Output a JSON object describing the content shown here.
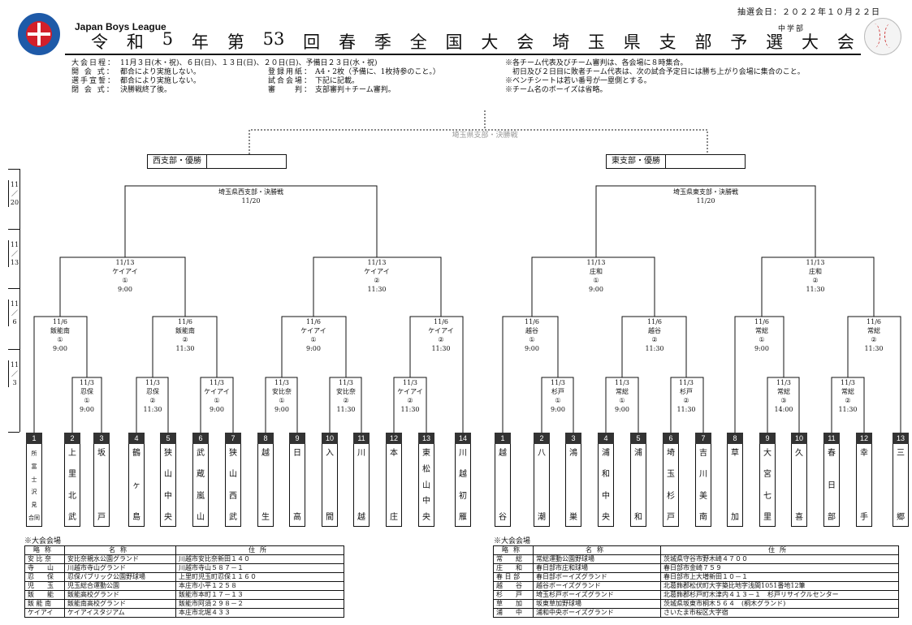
{
  "header": {
    "league": "Japan Boys League",
    "draw_date": "抽選会日：２０２２年１０月２２日",
    "grade": "中学部",
    "title_chars": [
      "令",
      "和",
      "5",
      "年",
      "第",
      "53",
      "回",
      "春",
      "季",
      "全",
      "国",
      "大",
      "会",
      "埼",
      "玉",
      "県",
      "支",
      "部",
      "予",
      "選",
      "大",
      "会"
    ]
  },
  "info_left": [
    {
      "label": "大会日程：",
      "value": "11月３日(木・祝)、６日(日)、１３日(日)、２０日(日)、予備日２３日(水・祝)"
    },
    {
      "label": "開 会 式：",
      "value": "都合により実施しない。"
    },
    {
      "label": "選手宣誓：",
      "value": "都合により実施しない。"
    },
    {
      "label": "閉 会 式：",
      "value": "決勝戦終了後。"
    }
  ],
  "info_mid": [
    {
      "label": "登録用紙：",
      "value": "A4・2枚（予備に、1枚持参のこと。）"
    },
    {
      "label": "試合会場：",
      "value": "下記に記載。"
    },
    {
      "label": "審　　判：",
      "value": "支部審判＋チーム審判。"
    }
  ],
  "info_right": [
    "※各チーム代表及びチーム審判は、各会場に８時集合。",
    "　初日及び２日目に敗者チーム代表は、次の試合予定日には勝ち上がり会場に集合のこと。",
    "※ベンチシートは若い番号が一塁側とする。",
    "※チーム名のボーイズは省略。"
  ],
  "final": {
    "label": "埼玉県支部・決勝戦"
  },
  "west_box": "西支部・優勝",
  "east_box": "東支部・優勝",
  "west_final": {
    "title": "埼玉県西支部・決勝戦",
    "date": "11/20"
  },
  "east_final": {
    "title": "埼玉県東支部・決勝戦",
    "date": "11/20"
  },
  "round_dates": [
    {
      "top": "11",
      "mid": "／",
      "bot": "20"
    },
    {
      "top": "11",
      "mid": "／",
      "bot": "13"
    },
    {
      "top": "11",
      "mid": "／",
      "bot": "6"
    },
    {
      "top": "11",
      "mid": "／",
      "bot": "3"
    }
  ],
  "matches": {
    "w_sf1": [
      "11/13",
      "ケイアイ",
      "①",
      "9:00"
    ],
    "w_sf2": [
      "11/13",
      "ケイアイ",
      "②",
      "11:30"
    ],
    "e_sf1": [
      "11/13",
      "庄和",
      "①",
      "9:00"
    ],
    "e_sf2": [
      "11/13",
      "庄和",
      "②",
      "11:30"
    ],
    "w_q1": [
      "11/6",
      "飯能南",
      "①",
      "9:00"
    ],
    "w_q2": [
      "11/6",
      "飯能南",
      "②",
      "11:30"
    ],
    "w_q3": [
      "11/6",
      "ケイアイ",
      "①",
      "9:00"
    ],
    "w_q4": [
      "11/6",
      "ケイアイ",
      "②",
      "11:30"
    ],
    "e_q1": [
      "11/6",
      "越谷",
      "①",
      "9:00"
    ],
    "e_q2": [
      "11/6",
      "越谷",
      "②",
      "11:30"
    ],
    "e_q3": [
      "11/6",
      "常総",
      "①",
      "9:00"
    ],
    "e_q4": [
      "11/6",
      "常総",
      "②",
      "11:30"
    ],
    "w_r1": [
      "11/3",
      "忍保",
      "①",
      "9:00"
    ],
    "w_r2": [
      "11/3",
      "忍保",
      "②",
      "11:30"
    ],
    "w_r3": [
      "11/3",
      "ケイアイ",
      "①",
      "9:00"
    ],
    "w_r4": [
      "11/3",
      "安比奈",
      "①",
      "9:00"
    ],
    "w_r5": [
      "11/3",
      "安比奈",
      "②",
      "11:30"
    ],
    "w_r6": [
      "11/3",
      "ケイアイ",
      "②",
      "11:30"
    ],
    "e_r1": [
      "11/3",
      "杉戸",
      "①",
      "9:00"
    ],
    "e_r2": [
      "11/3",
      "常総",
      "①",
      "9:00"
    ],
    "e_r3": [
      "11/3",
      "杉戸",
      "②",
      "11:30"
    ],
    "e_r4": [
      "11/3",
      "常総",
      "③",
      "14:00"
    ],
    "e_r5": [
      "11/3",
      "常総",
      "②",
      "11:30"
    ]
  },
  "west_teams": [
    {
      "num": "1",
      "chars": [
        "所",
        "富",
        "士",
        "沢",
        "見",
        "合同"
      ]
    },
    {
      "num": "2",
      "chars": [
        "上",
        "里",
        "北",
        "武"
      ]
    },
    {
      "num": "3",
      "chars": [
        "坂",
        "戸"
      ]
    },
    {
      "num": "4",
      "chars": [
        "鶴",
        "ヶ",
        "島"
      ]
    },
    {
      "num": "5",
      "chars": [
        "狭",
        "山",
        "中",
        "央"
      ]
    },
    {
      "num": "6",
      "chars": [
        "武",
        "蔵",
        "嵐",
        "山"
      ]
    },
    {
      "num": "7",
      "chars": [
        "狭",
        "山",
        "西",
        "武"
      ]
    },
    {
      "num": "8",
      "chars": [
        "越",
        "生"
      ]
    },
    {
      "num": "9",
      "chars": [
        "日",
        "高"
      ]
    },
    {
      "num": "10",
      "chars": [
        "入",
        "間"
      ]
    },
    {
      "num": "11",
      "chars": [
        "川",
        "越"
      ]
    },
    {
      "num": "12",
      "chars": [
        "本",
        "庄"
      ]
    },
    {
      "num": "13",
      "chars": [
        "東",
        "松",
        "山",
        "中",
        "央"
      ]
    },
    {
      "num": "14",
      "chars": [
        "川",
        "越",
        "初",
        "雁"
      ]
    }
  ],
  "east_teams": [
    {
      "num": "1",
      "chars": [
        "越",
        "谷"
      ]
    },
    {
      "num": "2",
      "chars": [
        "八",
        "潮"
      ]
    },
    {
      "num": "3",
      "chars": [
        "鴻",
        "巣"
      ]
    },
    {
      "num": "4",
      "chars": [
        "浦",
        "和",
        "中",
        "央"
      ]
    },
    {
      "num": "5",
      "chars": [
        "浦",
        "和"
      ]
    },
    {
      "num": "6",
      "chars": [
        "埼",
        "玉",
        "杉",
        "戸"
      ]
    },
    {
      "num": "7",
      "chars": [
        "吉",
        "川",
        "美",
        "南"
      ]
    },
    {
      "num": "8",
      "chars": [
        "草",
        "加"
      ]
    },
    {
      "num": "9",
      "chars": [
        "大",
        "宮",
        "七",
        "里"
      ]
    },
    {
      "num": "10",
      "chars": [
        "久",
        "喜"
      ]
    },
    {
      "num": "11",
      "chars": [
        "春",
        "日",
        "部"
      ]
    },
    {
      "num": "12",
      "chars": [
        "幸",
        "手"
      ]
    },
    {
      "num": "13",
      "chars": [
        "三",
        "郷"
      ]
    }
  ],
  "venues_title": "※大会会場",
  "venue_headers": [
    "略称",
    "名称",
    "住所"
  ],
  "west_venues": [
    [
      "安 比 奈",
      "安比奈親水公園グランド",
      "川越市安比奈新田１４０"
    ],
    [
      "寺　　山",
      "川越市寺山グランド",
      "川越市寺山５８７－１"
    ],
    [
      "忍　　保",
      "忍保パブリック公園野球場",
      "上里町児玉町忍保１１６０"
    ],
    [
      "児　　玉",
      "児玉総合運動公園",
      "本庄市小平１２５８"
    ],
    [
      "飯　　能",
      "飯能高校グランド",
      "飯能市本町１７－１３"
    ],
    [
      "飯 能 南",
      "飯能南高校グランド",
      "飯能市阿須２９８－２"
    ],
    [
      "ケイアイ",
      "ケイアイスタジアム",
      "本庄市北堀４３３"
    ]
  ],
  "east_venues": [
    [
      "常　　総",
      "常総運動公園野球場",
      "茨城県守谷市野木崎４７００"
    ],
    [
      "庄　　和",
      "春日部市庄和球場",
      "春日部市金崎７５９"
    ],
    [
      "春 日 部",
      "春日部ボーイズグランド",
      "春日部市上大増新田１０－１"
    ],
    [
      "越　　谷",
      "越谷ボーイズグランド",
      "北葛飾郡松伏町大字築比地字浅間1051番地12筆"
    ],
    [
      "杉　　戸",
      "埼玉杉戸ボーイズグランド",
      "北葛飾郡杉戸町木津内４１３－１　杉戸リサイクルセンター"
    ],
    [
      "草　　加",
      "坂東草加野球場",
      "茨城県坂東市桐木５６４　(桐木グランド)"
    ],
    [
      "浦　　中",
      "浦和中央ボーイズグランド",
      "さいたま市桜区大字宿"
    ]
  ]
}
